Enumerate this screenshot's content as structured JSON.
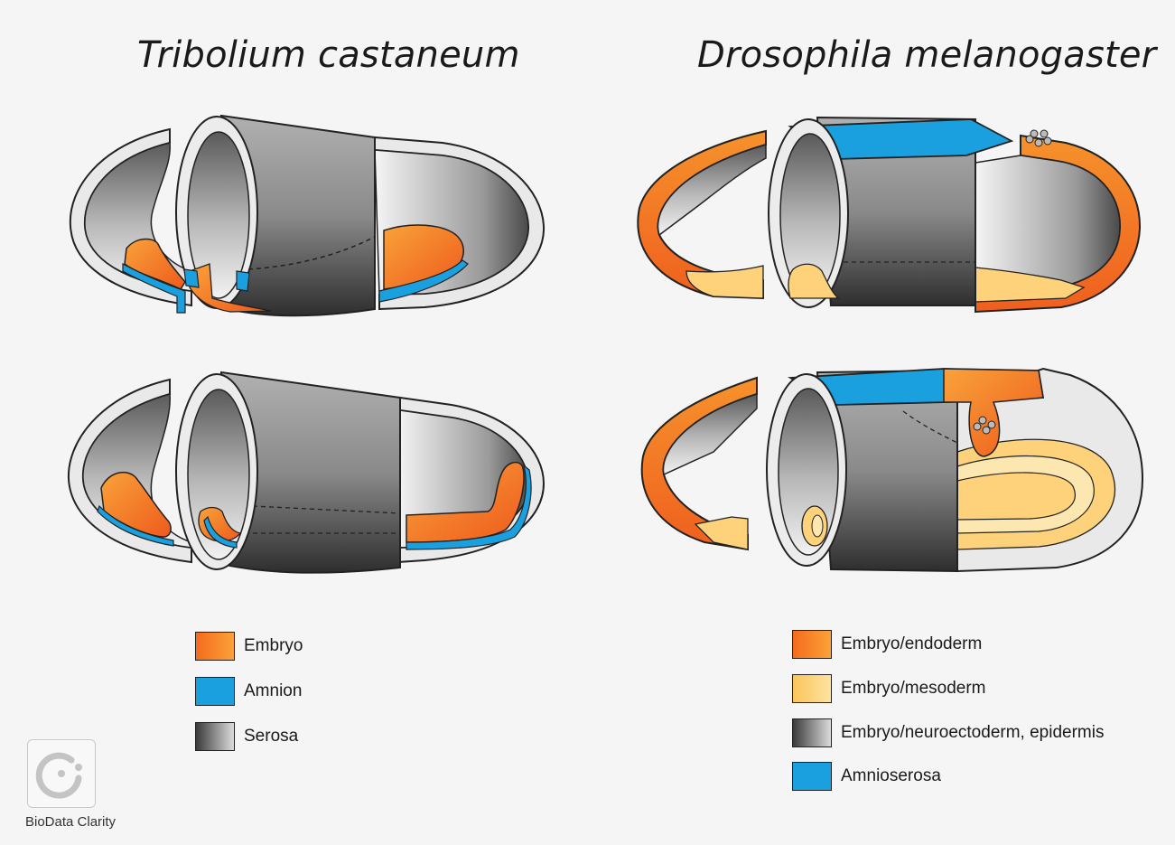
{
  "titles": {
    "left": "Tribolium castaneum",
    "right": "Drosophila melanogaster"
  },
  "legend_left": [
    {
      "label": "Embryo",
      "color": "#f07a1e"
    },
    {
      "label": "Amnion",
      "color": "#1aa0de"
    },
    {
      "label": "Serosa",
      "color": "#444444"
    }
  ],
  "legend_right": [
    {
      "label": "Embryo/endoderm",
      "color": "#f07a1e"
    },
    {
      "label": "Embryo/mesoderm",
      "color": "#fdd27a"
    },
    {
      "label": "Embryo/neuroectoderm, epidermis",
      "color": "#444444"
    },
    {
      "label": "Amnioserosa",
      "color": "#1aa0de"
    }
  ],
  "logo": {
    "text": "BioData Clarity"
  },
  "colors": {
    "orange": "#f07a1e",
    "light_orange": "#fdd27a",
    "blue": "#1aa0de",
    "shell": "#ececec",
    "serosa_dark": "#4a4a4a"
  }
}
